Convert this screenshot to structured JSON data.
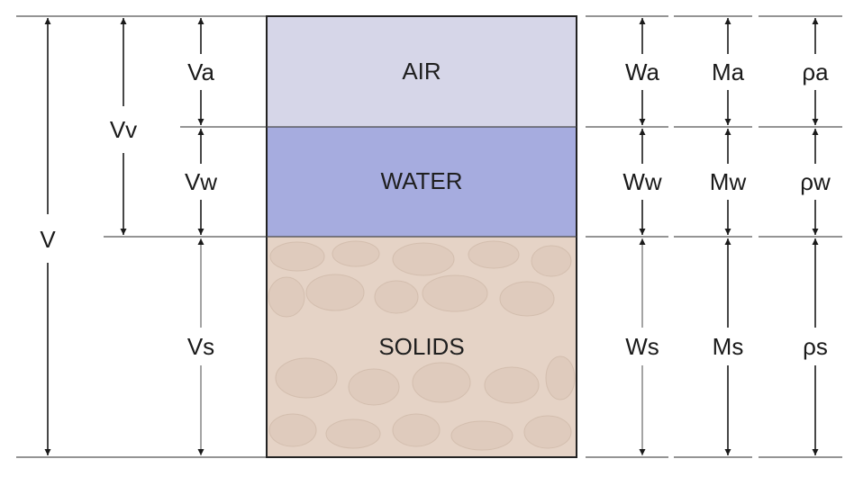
{
  "phases": {
    "air": "AIR",
    "water": "WATER",
    "solids": "SOLIDS"
  },
  "volume_labels": {
    "total": "V",
    "voids": "Vv",
    "air": "Va",
    "water": "Vw",
    "solids": "Vs"
  },
  "weight_labels": {
    "air": "Wa",
    "water": "Ww",
    "solids": "Ws"
  },
  "mass_labels": {
    "air": "Ma",
    "water": "Mw",
    "solids": "Ms"
  },
  "density_labels": {
    "air": "ρa",
    "water": "ρw",
    "solids": "ρs"
  },
  "colors": {
    "air": "#d6d6e8",
    "water": "#a6acdf",
    "solids": "#e5d3c6",
    "pebble": "#d9c4b5"
  }
}
